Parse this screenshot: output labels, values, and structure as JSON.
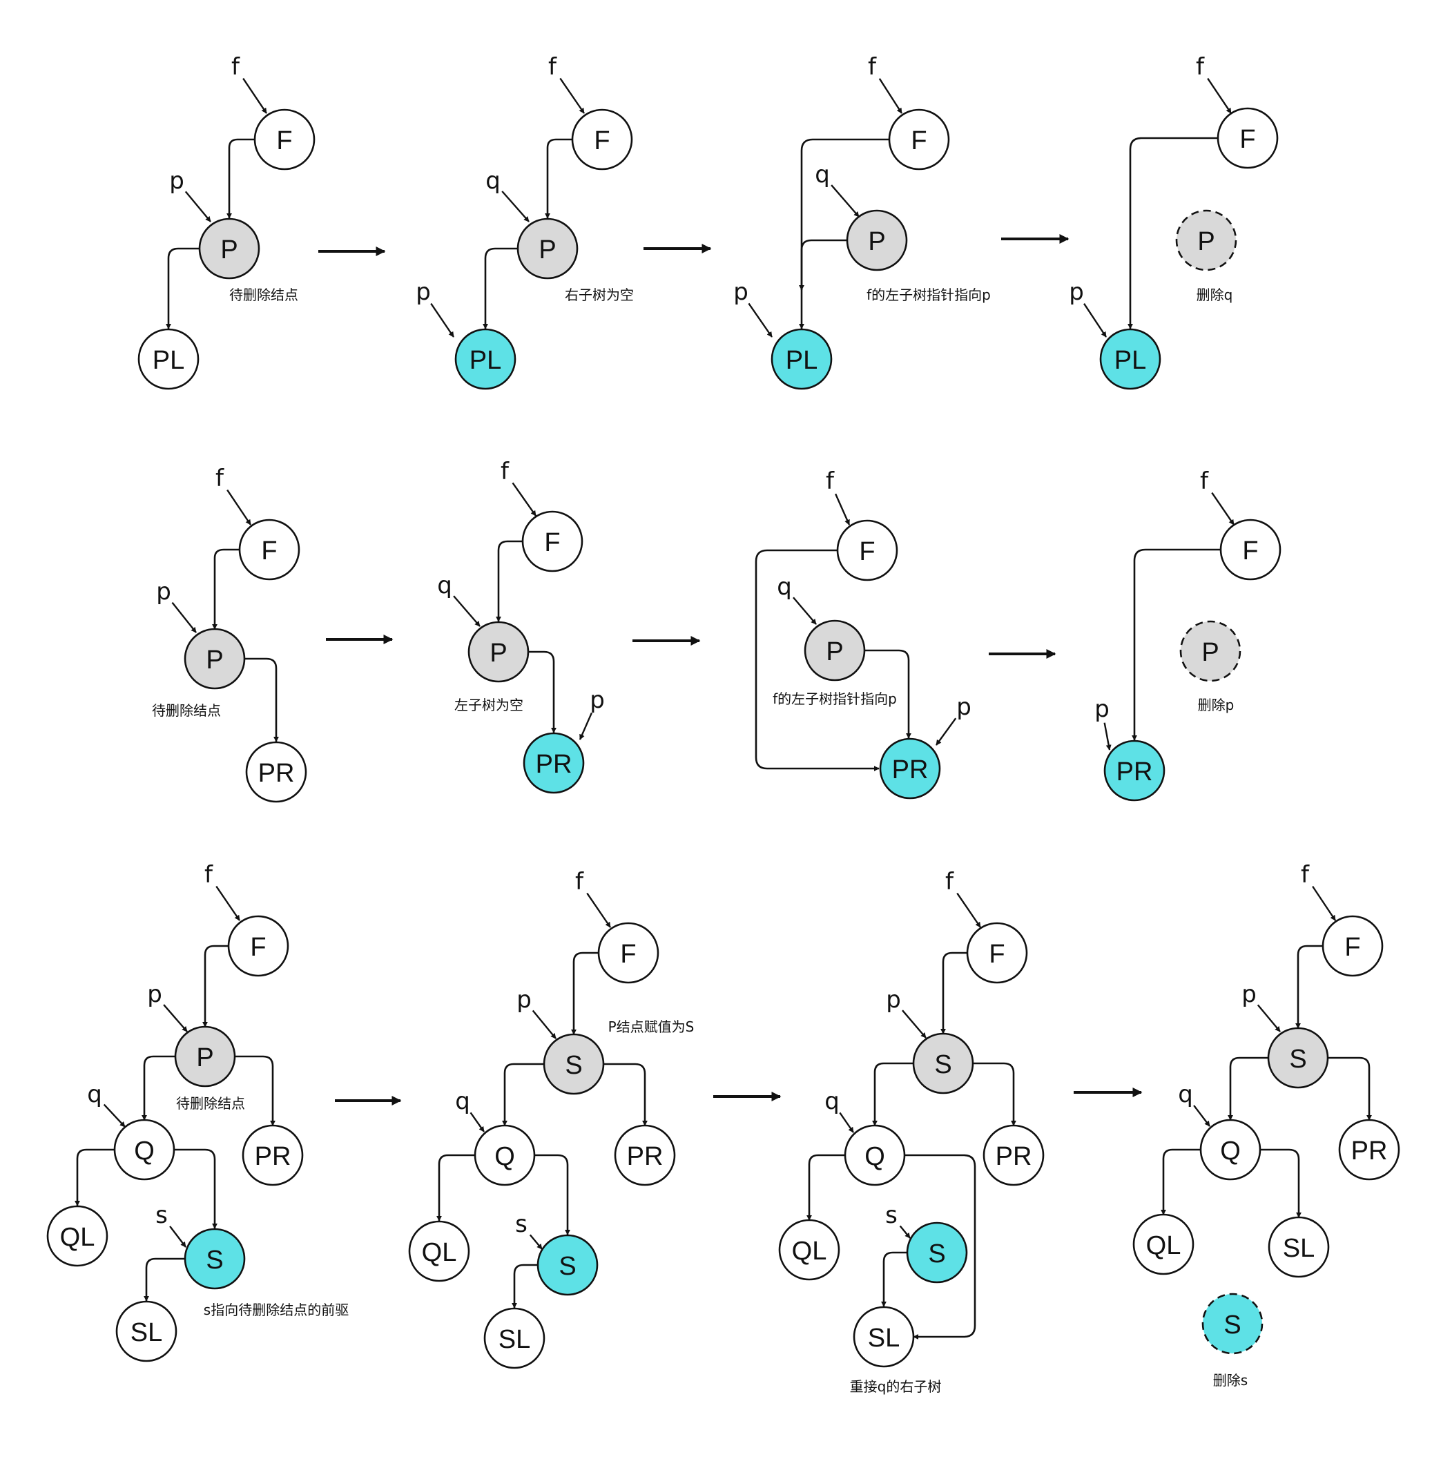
{
  "colors": {
    "normal": "#ffffff",
    "deleted": "#d9d9d9",
    "highlight": "#5ee1e6",
    "stroke": "#111111"
  },
  "panels": [
    {
      "caption": "待删除结点",
      "nodes": [
        {
          "id": "F",
          "label": "F",
          "style": "normal"
        },
        {
          "id": "P",
          "label": "P",
          "style": "deleted"
        },
        {
          "id": "PL",
          "label": "PL",
          "style": "normal"
        }
      ],
      "pointers": [
        {
          "label": "f",
          "target": "F"
        },
        {
          "label": "p",
          "target": "P"
        }
      ]
    },
    {
      "caption": "右子树为空",
      "nodes": [
        {
          "id": "F",
          "label": "F",
          "style": "normal"
        },
        {
          "id": "P",
          "label": "P",
          "style": "deleted"
        },
        {
          "id": "PL",
          "label": "PL",
          "style": "highlight"
        }
      ],
      "pointers": [
        {
          "label": "f",
          "target": "F"
        },
        {
          "label": "q",
          "target": "P"
        },
        {
          "label": "p",
          "target": "PL"
        }
      ]
    },
    {
      "caption": "f的左子树指针指向p",
      "nodes": [
        {
          "id": "F",
          "label": "F",
          "style": "normal"
        },
        {
          "id": "P",
          "label": "P",
          "style": "deleted"
        },
        {
          "id": "PL",
          "label": "PL",
          "style": "highlight"
        }
      ],
      "pointers": [
        {
          "label": "f",
          "target": "F"
        },
        {
          "label": "q",
          "target": "P"
        },
        {
          "label": "p",
          "target": "PL"
        }
      ]
    },
    {
      "caption": "删除q",
      "nodes": [
        {
          "id": "F",
          "label": "F",
          "style": "normal"
        },
        {
          "id": "P",
          "label": "P",
          "style": "deleted",
          "dashed": true
        },
        {
          "id": "PL",
          "label": "PL",
          "style": "highlight"
        }
      ],
      "pointers": [
        {
          "label": "f",
          "target": "F"
        },
        {
          "label": "p",
          "target": "PL"
        }
      ]
    },
    {
      "caption": "待删除结点",
      "nodes": [
        {
          "id": "F",
          "label": "F",
          "style": "normal"
        },
        {
          "id": "P",
          "label": "P",
          "style": "deleted"
        },
        {
          "id": "PR",
          "label": "PR",
          "style": "normal"
        }
      ],
      "pointers": [
        {
          "label": "f",
          "target": "F"
        },
        {
          "label": "p",
          "target": "P"
        }
      ]
    },
    {
      "caption": "左子树为空",
      "nodes": [
        {
          "id": "F",
          "label": "F",
          "style": "normal"
        },
        {
          "id": "P",
          "label": "P",
          "style": "deleted"
        },
        {
          "id": "PR",
          "label": "PR",
          "style": "highlight"
        }
      ],
      "pointers": [
        {
          "label": "f",
          "target": "F"
        },
        {
          "label": "q",
          "target": "P"
        },
        {
          "label": "p",
          "target": "PR"
        }
      ]
    },
    {
      "caption": "f的左子树指针指向p",
      "nodes": [
        {
          "id": "F",
          "label": "F",
          "style": "normal"
        },
        {
          "id": "P",
          "label": "P",
          "style": "deleted"
        },
        {
          "id": "PR",
          "label": "PR",
          "style": "highlight"
        }
      ],
      "pointers": [
        {
          "label": "f",
          "target": "F"
        },
        {
          "label": "q",
          "target": "P"
        },
        {
          "label": "p",
          "target": "PR"
        }
      ]
    },
    {
      "caption": "删除p",
      "nodes": [
        {
          "id": "F",
          "label": "F",
          "style": "normal"
        },
        {
          "id": "P",
          "label": "P",
          "style": "deleted",
          "dashed": true
        },
        {
          "id": "PR",
          "label": "PR",
          "style": "highlight"
        }
      ],
      "pointers": [
        {
          "label": "f",
          "target": "F"
        },
        {
          "label": "p",
          "target": "PR"
        }
      ]
    },
    {
      "caption": "s指向待删除结点的前驱",
      "caption2": "待删除结点",
      "nodes": [
        {
          "id": "F",
          "label": "F",
          "style": "normal"
        },
        {
          "id": "P",
          "label": "P",
          "style": "deleted"
        },
        {
          "id": "Q",
          "label": "Q",
          "style": "normal"
        },
        {
          "id": "PR",
          "label": "PR",
          "style": "normal"
        },
        {
          "id": "QL",
          "label": "QL",
          "style": "normal"
        },
        {
          "id": "S",
          "label": "S",
          "style": "highlight"
        },
        {
          "id": "SL",
          "label": "SL",
          "style": "normal"
        }
      ],
      "pointers": [
        {
          "label": "f",
          "target": "F"
        },
        {
          "label": "p",
          "target": "P"
        },
        {
          "label": "q",
          "target": "Q"
        },
        {
          "label": "s",
          "target": "S"
        }
      ]
    },
    {
      "caption": "P结点赋值为S",
      "nodes": [
        {
          "id": "F",
          "label": "F",
          "style": "normal"
        },
        {
          "id": "P",
          "label": "S",
          "style": "deleted"
        },
        {
          "id": "Q",
          "label": "Q",
          "style": "normal"
        },
        {
          "id": "PR",
          "label": "PR",
          "style": "normal"
        },
        {
          "id": "QL",
          "label": "QL",
          "style": "normal"
        },
        {
          "id": "S",
          "label": "S",
          "style": "highlight"
        },
        {
          "id": "SL",
          "label": "SL",
          "style": "normal"
        }
      ],
      "pointers": [
        {
          "label": "f",
          "target": "F"
        },
        {
          "label": "p",
          "target": "P"
        },
        {
          "label": "q",
          "target": "Q"
        },
        {
          "label": "s",
          "target": "S"
        }
      ]
    },
    {
      "caption": "重接q的右子树",
      "nodes": [
        {
          "id": "F",
          "label": "F",
          "style": "normal"
        },
        {
          "id": "P",
          "label": "S",
          "style": "deleted"
        },
        {
          "id": "Q",
          "label": "Q",
          "style": "normal"
        },
        {
          "id": "PR",
          "label": "PR",
          "style": "normal"
        },
        {
          "id": "QL",
          "label": "QL",
          "style": "normal"
        },
        {
          "id": "S",
          "label": "S",
          "style": "highlight"
        },
        {
          "id": "SL",
          "label": "SL",
          "style": "normal"
        }
      ],
      "pointers": [
        {
          "label": "f",
          "target": "F"
        },
        {
          "label": "p",
          "target": "P"
        },
        {
          "label": "q",
          "target": "Q"
        },
        {
          "label": "s",
          "target": "S"
        }
      ]
    },
    {
      "caption": "删除s",
      "nodes": [
        {
          "id": "F",
          "label": "F",
          "style": "normal"
        },
        {
          "id": "P",
          "label": "S",
          "style": "deleted"
        },
        {
          "id": "Q",
          "label": "Q",
          "style": "normal"
        },
        {
          "id": "PR",
          "label": "PR",
          "style": "normal"
        },
        {
          "id": "QL",
          "label": "QL",
          "style": "normal"
        },
        {
          "id": "SL",
          "label": "SL",
          "style": "normal"
        },
        {
          "id": "S",
          "label": "S",
          "style": "highlight",
          "dashed": true
        }
      ],
      "pointers": [
        {
          "label": "f",
          "target": "F"
        },
        {
          "label": "p",
          "target": "P"
        },
        {
          "label": "q",
          "target": "Q"
        }
      ]
    }
  ]
}
